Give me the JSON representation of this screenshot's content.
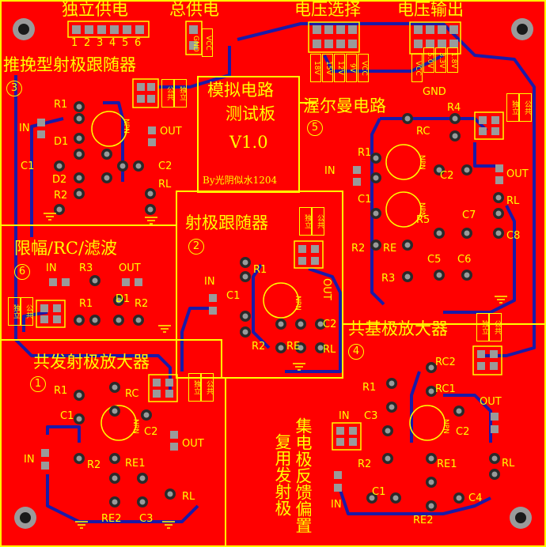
{
  "board": {
    "title": "模拟电路",
    "subtitle": "测试板",
    "version": "V1.0",
    "author": "By光阴似水1204"
  },
  "headers": {
    "independent_supply": "独立供电",
    "total_supply": "总供电",
    "voltage_select": "电压选择",
    "voltage_output": "电压输出",
    "pins": [
      "1",
      "2",
      "3",
      "4",
      "5",
      "6"
    ],
    "vcc": "VCC",
    "gnd": "GND",
    "vsel": [
      "18V",
      "15V",
      "12V",
      "9V"
    ],
    "vout": [
      "1.8V",
      "3.3V",
      "5.0V"
    ]
  },
  "switch_label": {
    "common": "公共",
    "independent": "独立"
  },
  "sections": {
    "push_pull": {
      "name": "推挽型射极跟随器",
      "num": "3"
    },
    "wilman": {
      "name": "渥尔曼电路",
      "num": "5"
    },
    "emitter_follower": {
      "name": "射极跟随器",
      "num": "2"
    },
    "limiter": {
      "name": "限幅/RC/滤波",
      "num": "6"
    },
    "common_base": {
      "name": "共基极放大器",
      "num": "4"
    },
    "common_emitter": {
      "name": "共发射极放大器",
      "num": "1"
    },
    "reuse_note_1": "复用发射极",
    "reuse_note_2": "集电极反馈偏置"
  },
  "labels": {
    "R1": "R1",
    "R2": "R2",
    "R3": "R3",
    "R4": "R4",
    "R5": "R5",
    "RC": "RC",
    "RC1": "RC1",
    "RC2": "RC2",
    "RE": "RE",
    "RE1": "RE1",
    "RE2": "RE2",
    "RL": "RL",
    "C1": "C1",
    "C2": "C2",
    "C3": "C3",
    "C4": "C4",
    "C5": "C5",
    "C6": "C6",
    "C7": "C7",
    "C8": "C8",
    "D1": "D1",
    "D2": "D2",
    "IN": "IN",
    "OUT": "OUT",
    "NPN": "NPN"
  }
}
